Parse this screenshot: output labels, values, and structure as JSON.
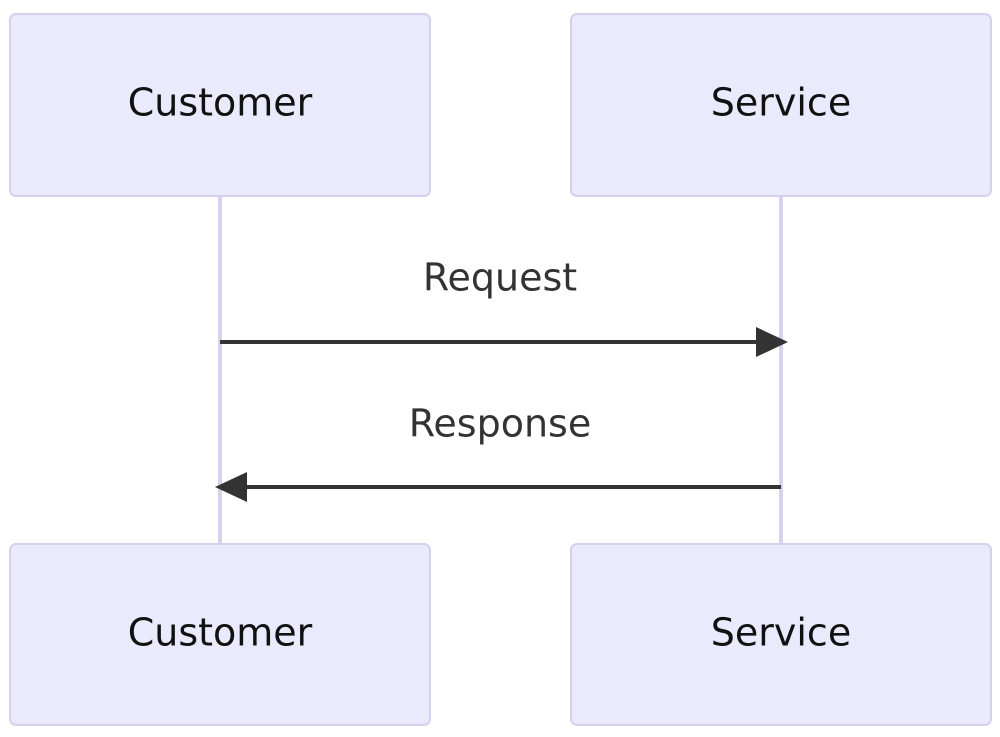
{
  "participants": [
    {
      "id": "customer",
      "label": "Customer"
    },
    {
      "id": "service",
      "label": "Service"
    }
  ],
  "messages": [
    {
      "from": "customer",
      "to": "service",
      "label": "Request"
    },
    {
      "from": "service",
      "to": "customer",
      "label": "Response"
    }
  ],
  "colors": {
    "actor_fill": "#eaeafd",
    "actor_stroke": "#d6d0ee",
    "lifeline": "#d9d1ee",
    "arrow": "#333333",
    "text": "#111111"
  }
}
